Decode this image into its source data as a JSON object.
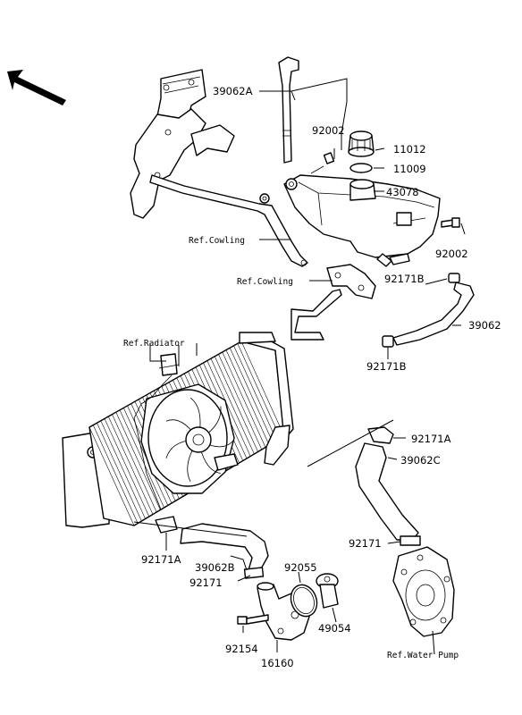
{
  "direction_arrow": {
    "icon": "front-direction-arrow-icon"
  },
  "parts": {
    "p39062A": "39062A",
    "p92002_top": "92002",
    "p11012": "11012",
    "p11009": "11009",
    "p43078": "43078",
    "p92002_right": "92002",
    "p92171B_upper": "92171B",
    "p39062": "39062",
    "p92171B_lower": "92171B",
    "p92171A_right": "92171A",
    "p39062C": "39062C",
    "p92171_right": "92171",
    "p92171A_left": "92171A",
    "p39062B": "39062B",
    "p92171_left": "92171",
    "p92055": "92055",
    "p49054": "49054",
    "p92154": "92154",
    "p16160": "16160"
  },
  "refs": {
    "cowling_1": "Ref.Cowling",
    "cowling_2": "Ref.Cowling",
    "radiator": "Ref.Radiator",
    "water_pump": "Ref.Water Pump"
  }
}
